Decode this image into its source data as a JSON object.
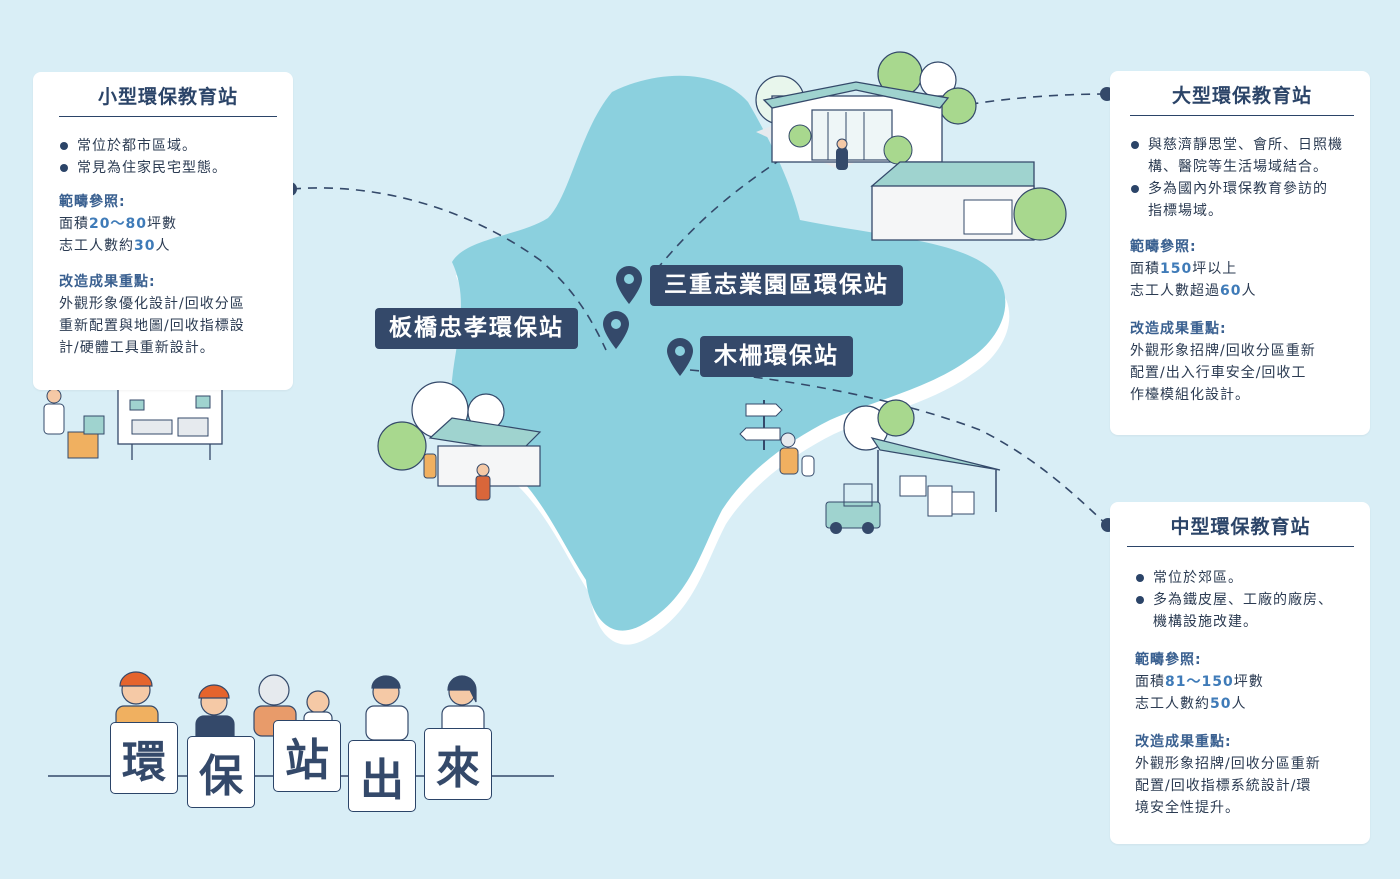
{
  "cards": {
    "small": {
      "title": "小型環保教育站",
      "bullets": [
        "常位於都市區域。",
        "常見為住家民宅型態。"
      ],
      "scope_label": "範疇參照:",
      "area_prefix": "面積",
      "area_value": "20～80",
      "area_suffix": "坪數",
      "volunteer_prefix": "志工人數約",
      "volunteer_value": "30",
      "volunteer_suffix": "人",
      "result_label": "改造成果重點:",
      "result_lines": [
        "外觀形象優化設計/回收分區",
        "重新配置與地圖/回收指標設",
        "計/硬體工具重新設計。"
      ]
    },
    "large": {
      "title": "大型環保教育站",
      "bullets": [
        [
          "與慈濟靜思堂、會所、日照機",
          "構、醫院等生活場域結合。"
        ],
        [
          "多為國內外環保教育參訪的",
          "指標場域。"
        ]
      ],
      "scope_label": "範疇參照:",
      "area_prefix": "面積",
      "area_value": "150",
      "area_suffix": "坪以上",
      "volunteer_prefix": "志工人數超過",
      "volunteer_value": "60",
      "volunteer_suffix": "人",
      "result_label": "改造成果重點:",
      "result_lines": [
        "外觀形象招牌/回收分區重新",
        "配置/出入行車安全/回收工",
        "作檯模組化設計。"
      ]
    },
    "medium": {
      "title": "中型環保教育站",
      "bullets": [
        [
          "常位於郊區。"
        ],
        [
          "多為鐵皮屋、工廠的廠房、",
          "機構設施改建。"
        ]
      ],
      "scope_label": "範疇參照:",
      "area_prefix": "面積",
      "area_value": "81～150",
      "area_suffix": "坪數",
      "volunteer_prefix": "志工人數約",
      "volunteer_value": "50",
      "volunteer_suffix": "人",
      "result_label": "改造成果重點:",
      "result_lines": [
        "外觀形象招牌/回收分區重新",
        "配置/回收指標系統設計/環",
        "境安全性提升。"
      ]
    }
  },
  "stations": {
    "sanchong": "三重志業園區環保站",
    "banqiao": "板橋忠孝環保站",
    "muzha": "木柵環保站"
  },
  "banner": [
    "環",
    "保",
    "站",
    "出",
    "來"
  ],
  "colors": {
    "background": "#d9eef6",
    "island": "#8bd0de",
    "navy": "#34496a",
    "accent_number": "#3f7bb8"
  }
}
